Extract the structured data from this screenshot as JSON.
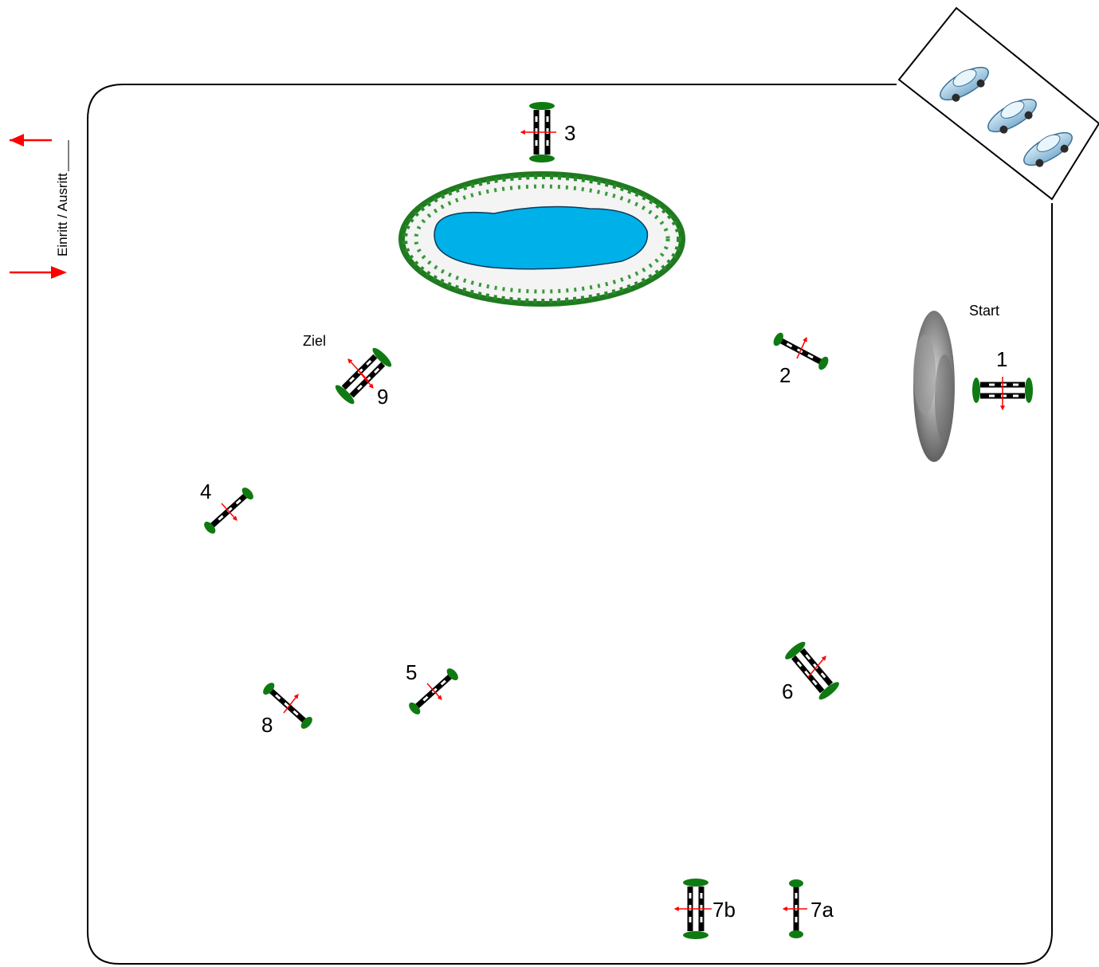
{
  "labels": {
    "entry_exit": "Einritt / Ausritt",
    "start": "Start",
    "finish": "Ziel"
  },
  "obstacles": [
    {
      "id": "1",
      "label": "1",
      "type": "oxer"
    },
    {
      "id": "2",
      "label": "2",
      "type": "vertical"
    },
    {
      "id": "3",
      "label": "3",
      "type": "oxer"
    },
    {
      "id": "4",
      "label": "4",
      "type": "vertical"
    },
    {
      "id": "5",
      "label": "5",
      "type": "vertical"
    },
    {
      "id": "6",
      "label": "6",
      "type": "oxer"
    },
    {
      "id": "7a",
      "label": "7a",
      "type": "vertical"
    },
    {
      "id": "7b",
      "label": "7b",
      "type": "oxer"
    },
    {
      "id": "8",
      "label": "8",
      "type": "vertical"
    },
    {
      "id": "9",
      "label": "9",
      "type": "oxer"
    }
  ],
  "decorations": {
    "pond": "water-pond",
    "shrubs": "flower-shrubs",
    "tree": "grey-tree",
    "parking": "parking-area",
    "cars": 3
  },
  "colors": {
    "arena_border": "#000000",
    "arrow": "#ff0000",
    "water": "#00b0e8",
    "standard": "#0f7a12",
    "pole_dark": "#000000",
    "pole_light": "#ffffff",
    "car": "#9cc4de",
    "tree": "#7a7a7a"
  }
}
